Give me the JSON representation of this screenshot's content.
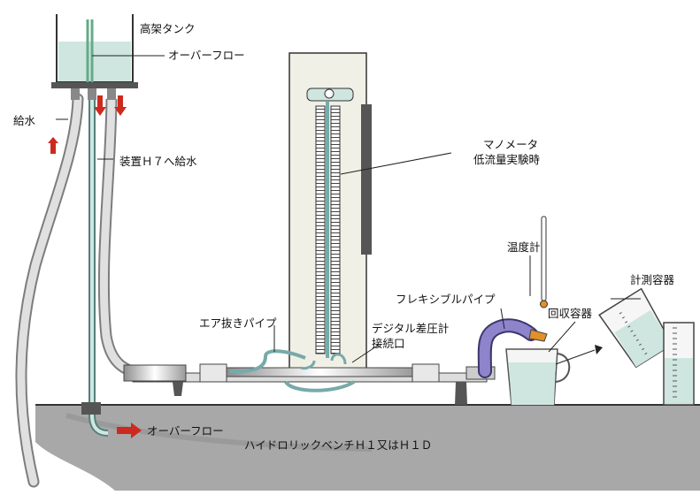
{
  "labels": {
    "high_tank": "高架タンク",
    "overflow_top": "オーバーフロー",
    "water_supply": "給水",
    "supply_h7": "装置Ｈ７へ給水",
    "manometer_line1": "マノメータ",
    "manometer_line2": "低流量実験時",
    "thermometer": "温度計",
    "measuring_vessel": "計測容器",
    "flexible_pipe": "フレキシブルパイプ",
    "recovery_vessel": "回収容器",
    "air_vent_pipe": "エア抜きパイプ",
    "digital_gauge_line1": "デジタル差圧計",
    "digital_gauge_line2": "接続口",
    "overflow_bottom": "オーバーフロー",
    "bench": "ハイドロリックベンチＨ１又はＨ１Ｄ"
  },
  "colors": {
    "water": "#cfe6e0",
    "floor": "#a9a9a9",
    "arrow_red": "#cc2a1e",
    "flex_pipe": "#7b72b8",
    "panel": "#f1f0e6",
    "hose": "#cfcfcf"
  },
  "icons": {
    "flow_up": "up-arrow-icon",
    "flow_down": "down-arrow-icon",
    "flow_right": "right-arrow-icon"
  }
}
